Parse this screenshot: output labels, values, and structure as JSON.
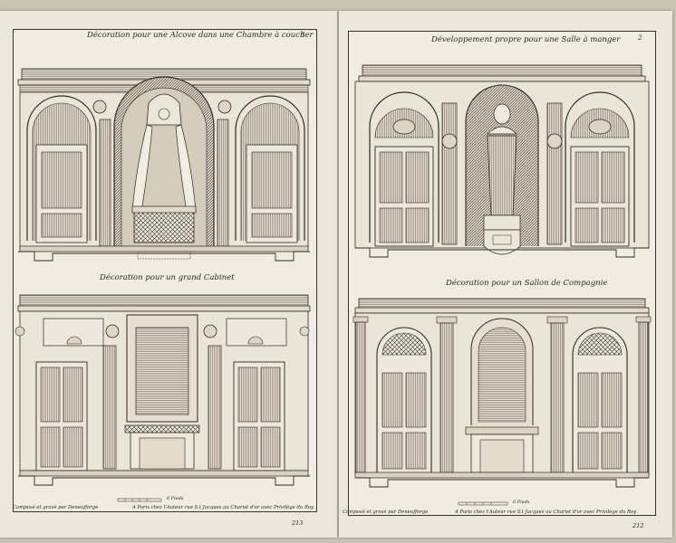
{
  "left_page": {
    "plate_number": "3",
    "top_title": "Décoration pour une Alcove dans une Chambre à coucher",
    "bottom_title": "Décoration pour un grand Cabinet",
    "scale_label": "6 Pieds",
    "engraver_credit": "Composé et gravé par Deneufforge",
    "publisher_imprint": "A Paris chez l'Auteur rue S.t Jacques au Charist d'or avec Privilège du Roy",
    "page_number": "213"
  },
  "right_page": {
    "plate_number": "2",
    "top_title": "Développement propre pour une Salle à manger",
    "bottom_title": "Décoration pour un Sallon de Compagnie",
    "scale_label": "6 Pieds",
    "engraver_credit": "Composé et gravé par Deneufforge",
    "publisher_imprint": "A Paris chez l'Auteur rue S.t Jacques au Charist d'or avec Privilège du Roy",
    "page_number": "212"
  }
}
